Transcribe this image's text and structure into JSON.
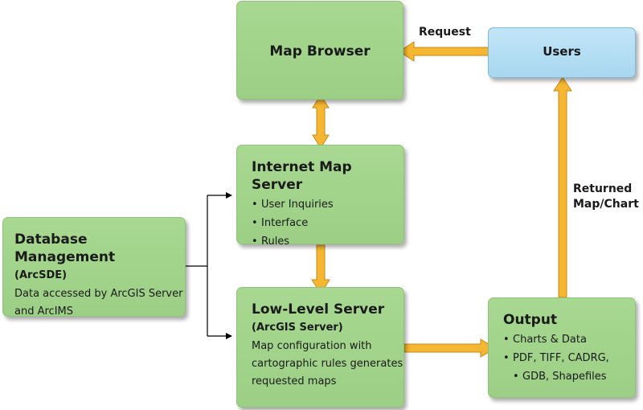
{
  "map_browser": {
    "title": "Map Browser"
  },
  "users": {
    "title": "Users"
  },
  "internet_map_server": {
    "title": "Internet Map Server",
    "items": [
      "User Inquiries",
      "Interface",
      "Rules"
    ]
  },
  "database_management": {
    "title": "Database Management",
    "subtitle": "(ArcSDE)",
    "body_line1": "Data accessed by ArcGIS Server",
    "body_line2": "and ArcIMS"
  },
  "low_level_server": {
    "title": "Low-Level Server",
    "subtitle": "(ArcGIS Server)",
    "body_line1": "Map configuration with",
    "body_line2": "cartographic rules generates",
    "body_line3": "requested maps"
  },
  "output": {
    "title": "Output",
    "items": [
      "Charts & Data",
      "PDF, TIFF, CADRG,",
      "GDB, Shapefiles"
    ]
  },
  "labels": {
    "request": "Request",
    "returned_line1": "Returned",
    "returned_line2": "Map/Chart"
  },
  "colors": {
    "box_green": "#9ccf85",
    "box_blue": "#a8d7f0",
    "arrow_fill": "#f5b731",
    "arrow_stroke": "#c88a12",
    "connector": "#000000"
  }
}
